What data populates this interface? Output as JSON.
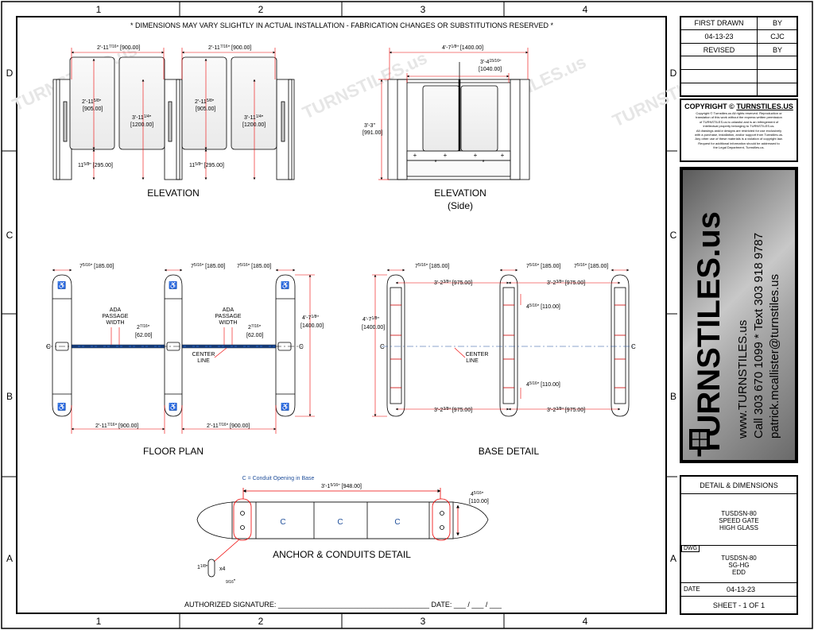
{
  "note": "* DIMENSIONS MAY VARY SLIGHTLY IN ACTUAL INSTALLATION - FABRICATION CHANGES OR SUBSTITUTIONS RESERVED *",
  "grid": {
    "cols": [
      "1",
      "2",
      "3",
      "4"
    ],
    "rows": [
      "D",
      "C",
      "B",
      "A"
    ]
  },
  "watermark": "TURNSTILES.us",
  "views": {
    "elevation_front": {
      "title": "ELEVATION",
      "dims": {
        "w1": "2'-11",
        "w1_frac_n": "7",
        "w1_frac_d": "16",
        "w1_mm": "[900.00]",
        "w2": "2'-11",
        "w2_frac_n": "7",
        "w2_frac_d": "16",
        "w2_mm": "[900.00]",
        "h_glass_l": "2'-11",
        "h_glass_l_frac_n": "5",
        "h_glass_l_frac_d": "8",
        "h_glass_l_mm": "[905.00]",
        "h_total_l": "3'-11",
        "h_total_l_frac_n": "1",
        "h_total_l_frac_d": "4",
        "h_total_l_mm": "[1200.00]",
        "h_glass_r": "2'-11",
        "h_glass_r_frac_n": "5",
        "h_glass_r_frac_d": "8",
        "h_glass_r_mm": "[905.00]",
        "h_total_r": "3'-11",
        "h_total_r_frac_n": "1",
        "h_total_r_frac_d": "4",
        "h_total_r_mm": "[1200.00]",
        "base_l": "11",
        "base_l_frac_n": "5",
        "base_l_frac_d": "8",
        "base_l_mm": "[295.00]",
        "base_r": "11",
        "base_r_frac_n": "5",
        "base_r_frac_d": "8",
        "base_r_mm": "[295.00]"
      }
    },
    "elevation_side": {
      "title": "ELEVATION",
      "subtitle": "(Side)",
      "dims": {
        "len": "4'-7",
        "len_frac_n": "1",
        "len_frac_d": "8",
        "len_mm": "[1400.00]",
        "glass": "3'-4",
        "glass_frac_n": "15",
        "glass_frac_d": "16",
        "glass_mm": "[1040.00]",
        "height": "3'-3\"",
        "height_mm": "[991.00]"
      }
    },
    "floor_plan": {
      "title": "FLOOR PLAN",
      "ada_label_1": "ADA",
      "ada_label_2": "PASSAGE",
      "ada_label_3": "WIDTH",
      "center_label_1": "CENTER",
      "center_label_2": "LINE",
      "cl": "C",
      "dims": {
        "cab": "7",
        "cab_frac_n": "5",
        "cab_frac_d": "16",
        "cab_mm": "[185.00]",
        "gap": "2",
        "gap_frac_n": "7",
        "gap_frac_d": "16",
        "gap_mm": "[62.00]",
        "len": "4'-7",
        "len_frac_n": "1",
        "len_frac_d": "8",
        "len_mm": "[1400.00]",
        "pass": "2'-11",
        "pass_frac_n": "7",
        "pass_frac_d": "16",
        "pass_mm": "[900.00]"
      }
    },
    "base_detail": {
      "title": "BASE DETAIL",
      "center_label_1": "CENTER",
      "center_label_2": "LINE",
      "dims": {
        "cab": "7",
        "cab_frac_n": "5",
        "cab_frac_d": "16",
        "cab_mm": "[185.00]",
        "span": "3'-2",
        "span_frac_n": "3",
        "span_frac_d": "8",
        "span_mm": "[975.00]",
        "len": "4'-7",
        "len_frac_n": "1",
        "len_frac_d": "8",
        "len_mm": "[1400.00]",
        "off": "4",
        "off_frac_n": "5",
        "off_frac_d": "16",
        "off_mm": "[110.00]"
      }
    },
    "anchor": {
      "title": "ANCHOR & CONDUITS DETAIL",
      "legend": "C = Conduit Opening in Base",
      "conduit": "C",
      "dims": {
        "span": "3'-1",
        "span_frac_n": "5",
        "span_frac_d": "16",
        "span_mm": "[948.00]",
        "end": "4",
        "end_frac_n": "5",
        "end_frac_d": "16",
        "end_mm": "[110.00]",
        "slot_h": "1",
        "slot_h_frac_n": "1",
        "slot_h_frac_d": "8",
        "slot_w_frac_n": "9",
        "slot_w_frac_d": "16",
        "qty": "x4"
      }
    }
  },
  "signature": "AUTHORIZED SIGNATURE: ______________________________________   DATE: ___ / ___ / ___",
  "titleblock": {
    "first_drawn_label": "FIRST DRAWN",
    "by_label": "BY",
    "first_drawn_date": "04-13-23",
    "first_drawn_by": "CJC",
    "revised_label": "REVISED",
    "revised_by_label": "BY",
    "copyright_title": "COPYRIGHT © ",
    "copyright_brand": "TURNSTILES.US",
    "copyright_lines": [
      "Copyright © Turnstiles.us All rights reserved. Reproduction or",
      "translation of this work without the express written permission",
      "of TURNSTILES.us is unlawful and is an infringement of",
      "intellectual property belonging to TURNSTILES.us.",
      "All drawings and/or designs are restricted for use exclusively",
      "with a purchase, installation, and/or support from Turnstiles.us.",
      "Any other use of these materials is a violation of copyright law.",
      "Request for additional information should be addressed to",
      "the Legal Department, Turnstiles.us."
    ],
    "brand": "TURNSTILES.us",
    "web": "www.TURNSTILES.us",
    "phone": "Call 303 670 1099 * Text 303 918 9787",
    "email": "patrick.mcallister@turnstiles.us",
    "detail_label": "DETAIL & DIMENSIONS",
    "desc_1": "TUSDSN-80",
    "desc_2": "SPEED GATE",
    "desc_3": "HIGH GLASS",
    "dwg_label": "DWG",
    "dwg_1": "TUSDSN-80",
    "dwg_2": "SG-HG",
    "dwg_3": "EDD",
    "date_label": "DATE",
    "date_value": "04-13-23",
    "sheet": "SHEET - 1  OF  1"
  }
}
